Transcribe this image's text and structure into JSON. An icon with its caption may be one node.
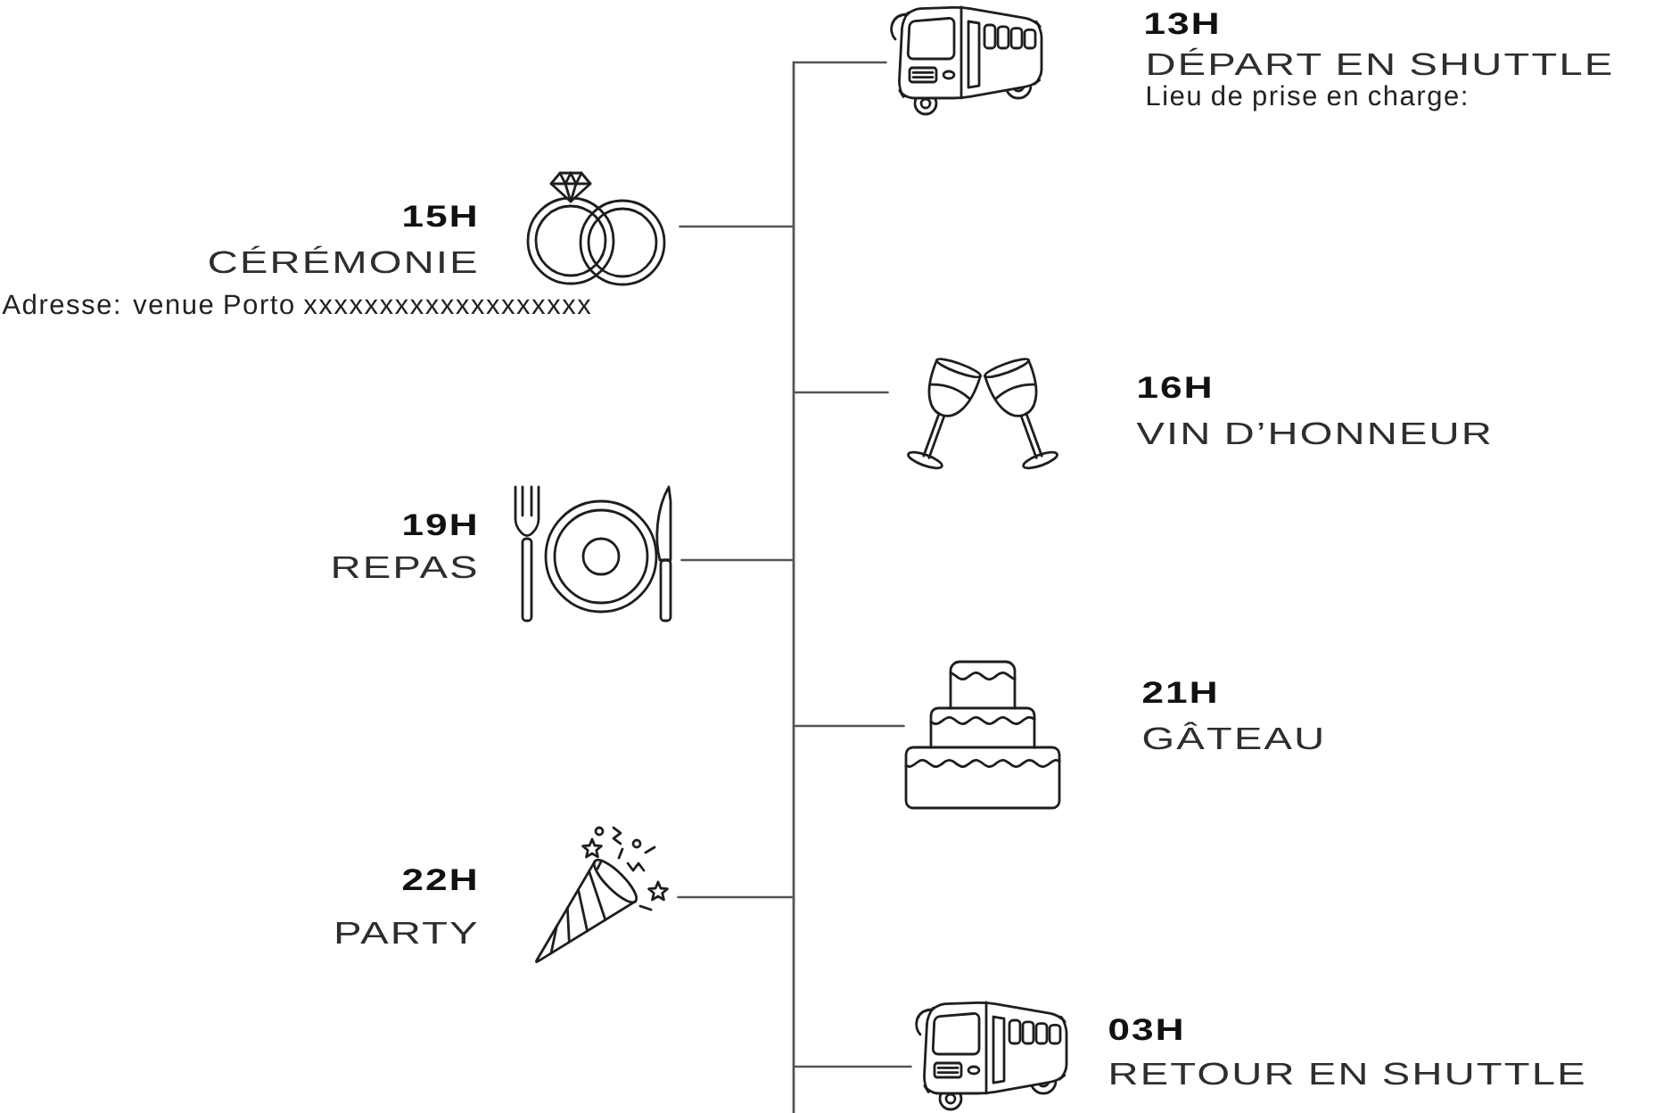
{
  "diagram": {
    "nodes": [
      {
        "text": [],
        "shape": "bar"
      },
      {
        "text": [],
        "shape": "picture",
        "beside": [
          "13H",
          "DÉPART EN SHUTTLE",
          "Lieu de prise en charge:"
        ]
      },
      {
        "text": [],
        "shape": "picture",
        "beside": [
          "15H",
          "CÉRÉMONIE",
          "Adresse: venue Porto xxxxxxxxxxxxxxxxxxx"
        ]
      },
      {
        "text": [],
        "shape": "picture",
        "beside": [
          "16H",
          "VIN D’HONNEUR"
        ]
      },
      {
        "text": [],
        "shape": "picture",
        "beside": [
          "19H",
          "REPAS"
        ]
      },
      {
        "text": [],
        "shape": "picture",
        "beside": [
          "21H",
          "GÂTEAU"
        ]
      },
      {
        "text": [],
        "shape": "picture",
        "beside": [
          "22H",
          "PARTY"
        ]
      },
      {
        "text": [],
        "shape": "picture",
        "beside": [
          "03H",
          "RETOUR EN SHUTTLE"
        ]
      }
    ],
    "edges": [
      {
        "from": 0,
        "to": 1,
        "arrow": "none"
      },
      {
        "from": 0,
        "to": 2,
        "arrow": "none"
      },
      {
        "from": 0,
        "to": 3,
        "arrow": "none"
      },
      {
        "from": 0,
        "to": 4,
        "arrow": "none"
      },
      {
        "from": 0,
        "to": 5,
        "arrow": "none"
      },
      {
        "from": 0,
        "to": 6,
        "arrow": "none"
      },
      {
        "from": 0,
        "to": 7,
        "arrow": "none"
      }
    ]
  }
}
